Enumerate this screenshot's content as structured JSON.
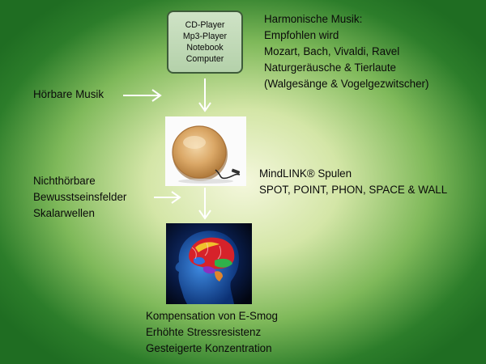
{
  "device_box": {
    "lines": [
      "CD-Player",
      "Mp3-Player",
      "Notebook",
      "Computer"
    ]
  },
  "music_block": {
    "lines": [
      "Harmonische Musik:",
      "Empfohlen wird",
      "Mozart, Bach, Vivaldi, Ravel",
      "Naturgeräusche & Tierlaute",
      "(Walgesänge & Vogelgezwitscher)"
    ]
  },
  "audible_label": "Hörbare Musik",
  "inaudible_block": {
    "lines": [
      "Nichthörbare",
      "Bewusstseinsfelder",
      "Skalarwellen"
    ]
  },
  "coil_block": {
    "lines": [
      "MindLINK® Spulen",
      "SPOT, POINT, PHON, SPACE & WALL"
    ]
  },
  "effects_block": {
    "lines": [
      "Kompensation von E-Smog",
      "Erhöhte Stressresistenz",
      "Gesteigerte Konzentration"
    ]
  },
  "images": {
    "coil": "mindlink-coil-photo",
    "brain": "human-head-brain-illustration"
  },
  "colors": {
    "background_center": "#f4f7dc",
    "background_edge": "#1f6d22",
    "arrow": "#ffffff",
    "box_border": "#3e5c3a"
  }
}
